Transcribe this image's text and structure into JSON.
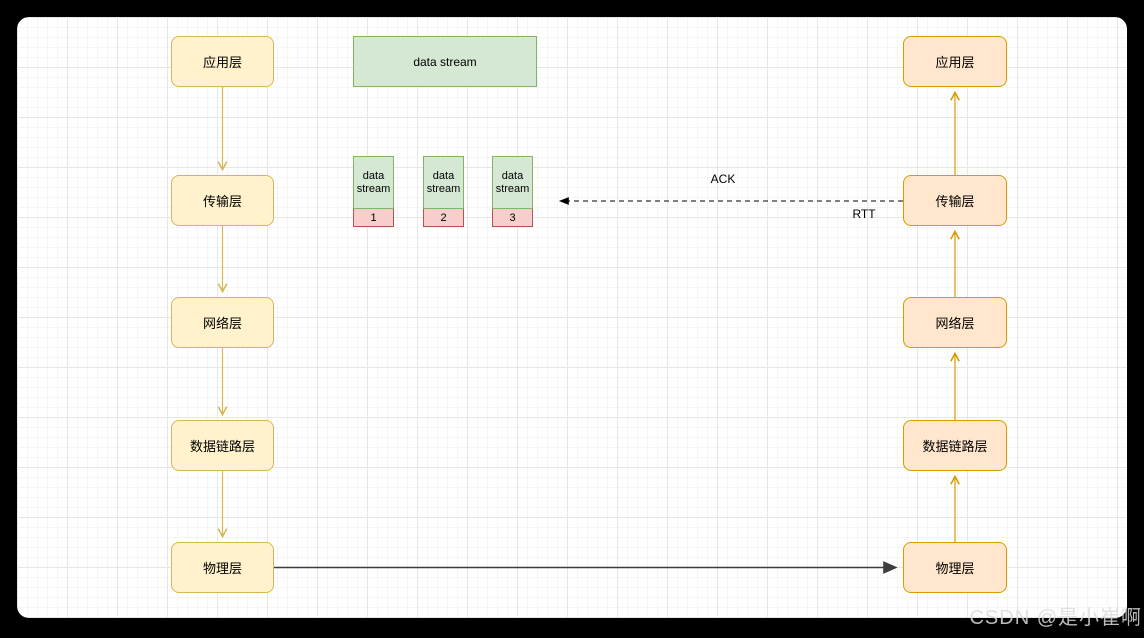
{
  "left_layers": [
    "应用层",
    "传输层",
    "网络层",
    "数据链路层",
    "物理层"
  ],
  "right_layers": [
    "应用层",
    "传输层",
    "网络层",
    "数据链路层",
    "物理层"
  ],
  "stream_box_label": "data stream",
  "segments": [
    {
      "label": "data stream",
      "seq": "1"
    },
    {
      "label": "data stream",
      "seq": "2"
    },
    {
      "label": "data stream",
      "seq": "3"
    }
  ],
  "labels": {
    "ack": "ACK",
    "rtt": "RTT"
  },
  "watermark": "CSDN @是小崔啊",
  "colors": {
    "page_bg": "#000000",
    "canvas_bg": "#ffffff",
    "sender_box_fill": "#FFF2CC",
    "sender_box_stroke": "#D6B656",
    "receiver_box_fill": "#FFE6CC",
    "receiver_box_stroke": "#D79B00",
    "stream_fill": "#D5E8D4",
    "stream_stroke": "#82B366",
    "segment_seq_fill": "#F8CECC",
    "segment_seq_stroke": "#B85450",
    "ack_arrow": "#000000",
    "physical_link_arrow": "#3d3d3d"
  }
}
